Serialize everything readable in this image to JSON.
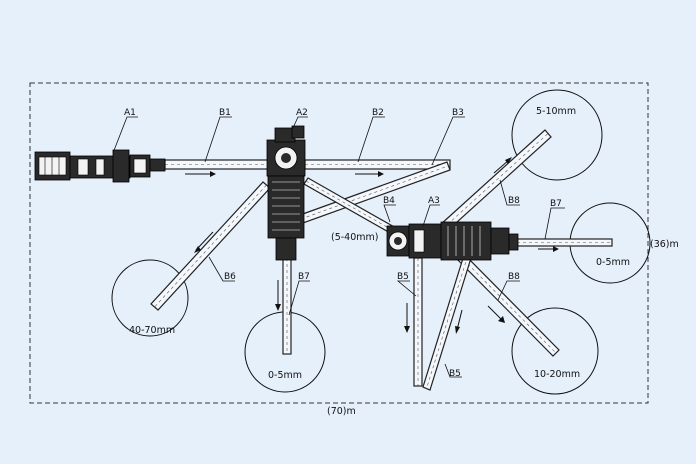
{
  "labels": {
    "a1": "A1",
    "a2": "A2",
    "a3": "A3",
    "b1": "B1",
    "b2": "B2",
    "b3": "B3",
    "b4": "B4",
    "b5": "B5",
    "b5b": "B5",
    "b6": "B6",
    "b7a": "B7",
    "b7b": "B7",
    "b8a": "B8",
    "b8b": "B8"
  },
  "sizes": {
    "s40_70": "40-70mm",
    "s0_5a": "0-5mm",
    "s5_40": "(5-40mm)",
    "s5_10": "5-10mm",
    "s0_5b": "0-5mm",
    "s10_20": "10-20mm"
  },
  "dimensions": {
    "width": "(70)m",
    "height": "(36)m"
  },
  "colors": {
    "background": "#e6f0fb",
    "ink": "#111111"
  }
}
